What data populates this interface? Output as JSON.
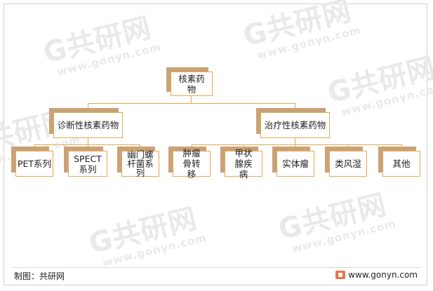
{
  "diagram": {
    "root": {
      "label": "核素药物"
    },
    "branches": [
      {
        "label": "诊断性核素药物",
        "children": [
          "PET系列",
          "SPECT系列",
          "幽门螺杆菌系列"
        ]
      },
      {
        "label": "治疗性核素药物",
        "children": [
          "肿瘤骨转移",
          "甲状腺疾病",
          "实体瘤",
          "类风湿",
          "其他"
        ]
      }
    ]
  },
  "footer": {
    "source": "制图：共研网",
    "website": "www.gonyn.com"
  },
  "watermark": {
    "brand": "G共研网",
    "url": "www.gonyn.com"
  },
  "colors": {
    "node_border": "#e8a74e",
    "node_shadow": "#c9a277",
    "connector": "#e2a64c"
  }
}
